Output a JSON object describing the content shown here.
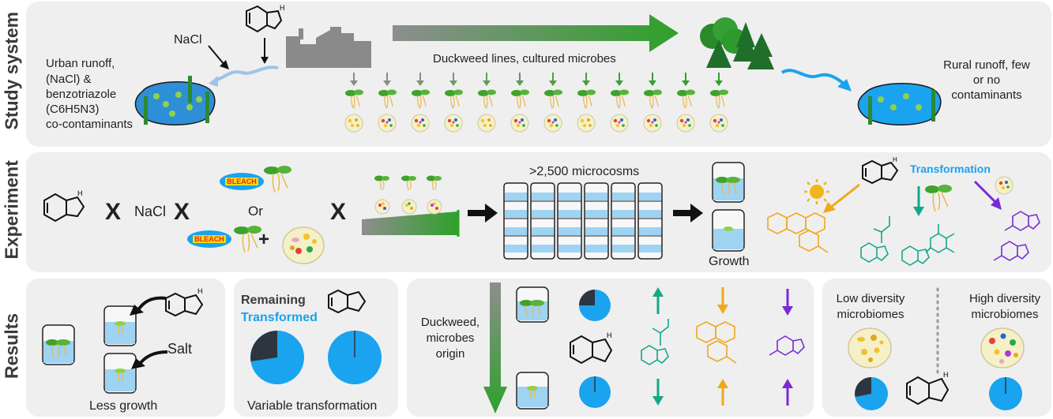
{
  "rows": {
    "study": "Study system",
    "experiment": "Experiment",
    "results": "Results"
  },
  "study": {
    "nacl": "NaCl",
    "urban_runoff": [
      "Urban runoff,",
      "(NaCl) &",
      "benzotriazole",
      "(C6H5N3)",
      "co-contaminants"
    ],
    "duckweed_lines": "Duckweed lines, cultured microbes",
    "rural_runoff": [
      "Rural runoff, few",
      "or no",
      "contaminants"
    ]
  },
  "experiment": {
    "x_symbol": "X",
    "nacl": "NaCl",
    "or": "Or",
    "bleach": "BLEACH",
    "plus": "+",
    "microcosms": ">2,500 microcosms",
    "growth": "Growth",
    "transformation": "Transformation",
    "benzotriazole_nh": "H"
  },
  "results": {
    "salt": "Salt",
    "less_growth": "Less growth",
    "remaining": "Remaining",
    "transformed": "Transformed",
    "variable_transformation": "Variable transformation",
    "origin": [
      "Duckweed,",
      "microbes",
      "origin"
    ],
    "low_diversity": [
      "Low diversity",
      "microbiomes"
    ],
    "high_diversity": [
      "High diversity",
      "microbiomes"
    ]
  },
  "colors": {
    "panel_bg": "#efefef",
    "blue": "#1aa3ee",
    "dark": "#2d3540",
    "green": "#3fa22a",
    "teal": "#13a88a",
    "orange": "#f0a81e",
    "purple": "#7a2bd6",
    "water": "#2e8fd6"
  },
  "icons": [
    "benzotriazole-structure-icon",
    "factory-icon",
    "forest-icon",
    "pond-icon",
    "duckweed-icon",
    "microbe-dish-icon",
    "bleach-icon",
    "sun-icon",
    "microcosm-jar-icon"
  ]
}
